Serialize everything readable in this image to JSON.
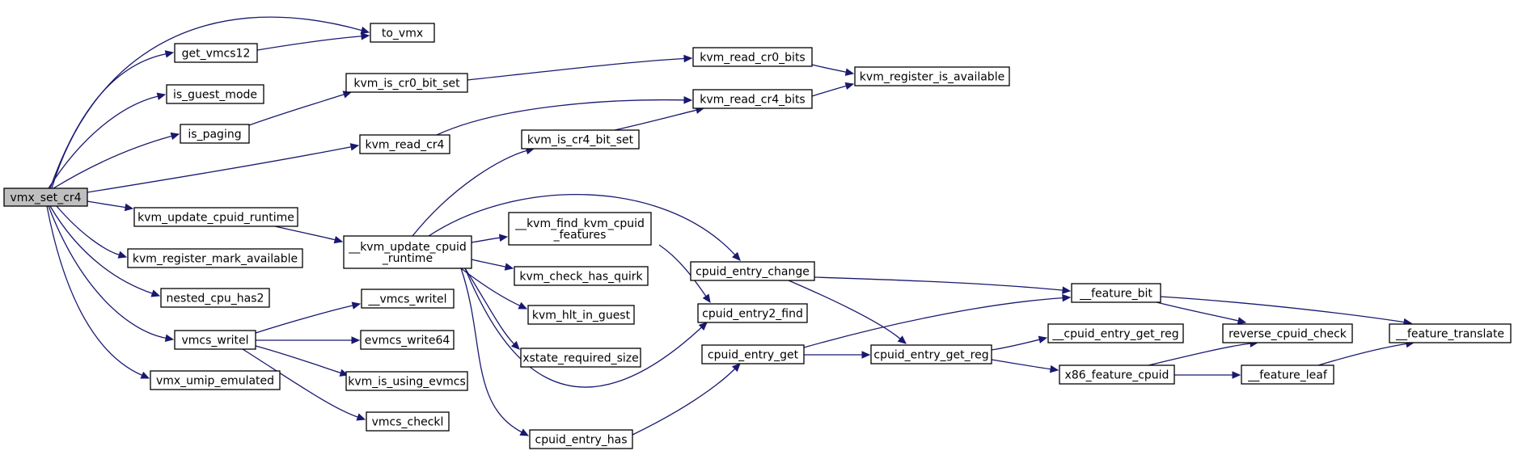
{
  "graph": {
    "colors": {
      "edge": "#191970",
      "root_fill": "#bfbfbf",
      "node_fill": "#ffffff",
      "border": "#000000"
    },
    "nodes": [
      {
        "id": "vmx_set_cr4",
        "lines": [
          "vmx_set_cr4"
        ],
        "root": true
      },
      {
        "id": "to_vmx",
        "lines": [
          "to_vmx"
        ]
      },
      {
        "id": "get_vmcs12",
        "lines": [
          "get_vmcs12"
        ]
      },
      {
        "id": "is_guest_mode",
        "lines": [
          "is_guest_mode"
        ]
      },
      {
        "id": "is_paging",
        "lines": [
          "is_paging"
        ]
      },
      {
        "id": "kvm_read_cr4",
        "lines": [
          "kvm_read_cr4"
        ]
      },
      {
        "id": "kvm_update_cpuid_runtime",
        "lines": [
          "kvm_update_cpuid_runtime"
        ]
      },
      {
        "id": "kvm_register_mark_available",
        "lines": [
          "kvm_register_mark_available"
        ]
      },
      {
        "id": "nested_cpu_has2",
        "lines": [
          "nested_cpu_has2"
        ]
      },
      {
        "id": "vmcs_writel",
        "lines": [
          "vmcs_writel"
        ]
      },
      {
        "id": "vmx_umip_emulated",
        "lines": [
          "vmx_umip_emulated"
        ]
      },
      {
        "id": "kvm_is_cr0_bit_set",
        "lines": [
          "kvm_is_cr0_bit_set"
        ]
      },
      {
        "id": "kvm_is_cr4_bit_set",
        "lines": [
          "kvm_is_cr4_bit_set"
        ]
      },
      {
        "id": "__kvm_update_cpuid_runtime",
        "lines": [
          "__kvm_update_cpuid",
          "_runtime"
        ]
      },
      {
        "id": "__kvm_find_kvm_cpuid_features",
        "lines": [
          "__kvm_find_kvm_cpuid",
          "_features"
        ]
      },
      {
        "id": "kvm_check_has_quirk",
        "lines": [
          "kvm_check_has_quirk"
        ]
      },
      {
        "id": "kvm_hlt_in_guest",
        "lines": [
          "kvm_hlt_in_guest"
        ]
      },
      {
        "id": "xstate_required_size",
        "lines": [
          "xstate_required_size"
        ]
      },
      {
        "id": "cpuid_entry_has",
        "lines": [
          "cpuid_entry_has"
        ]
      },
      {
        "id": "__vmcs_writel",
        "lines": [
          "__vmcs_writel"
        ]
      },
      {
        "id": "evmcs_write64",
        "lines": [
          "evmcs_write64"
        ]
      },
      {
        "id": "kvm_is_using_evmcs",
        "lines": [
          "kvm_is_using_evmcs"
        ]
      },
      {
        "id": "vmcs_checkl",
        "lines": [
          "vmcs_checkl"
        ]
      },
      {
        "id": "kvm_read_cr0_bits",
        "lines": [
          "kvm_read_cr0_bits"
        ]
      },
      {
        "id": "kvm_read_cr4_bits",
        "lines": [
          "kvm_read_cr4_bits"
        ]
      },
      {
        "id": "kvm_register_is_available",
        "lines": [
          "kvm_register_is_available"
        ]
      },
      {
        "id": "cpuid_entry_change",
        "lines": [
          "cpuid_entry_change"
        ]
      },
      {
        "id": "cpuid_entry2_find",
        "lines": [
          "cpuid_entry2_find"
        ]
      },
      {
        "id": "cpuid_entry_get",
        "lines": [
          "cpuid_entry_get"
        ]
      },
      {
        "id": "cpuid_entry_get_reg",
        "lines": [
          "cpuid_entry_get_reg"
        ]
      },
      {
        "id": "__feature_bit",
        "lines": [
          "__feature_bit"
        ]
      },
      {
        "id": "__cpuid_entry_get_reg",
        "lines": [
          "__cpuid_entry_get_reg"
        ]
      },
      {
        "id": "x86_feature_cpuid",
        "lines": [
          "x86_feature_cpuid"
        ]
      },
      {
        "id": "reverse_cpuid_check",
        "lines": [
          "reverse_cpuid_check"
        ]
      },
      {
        "id": "__feature_leaf",
        "lines": [
          "__feature_leaf"
        ]
      },
      {
        "id": "__feature_translate",
        "lines": [
          "__feature_translate"
        ]
      }
    ],
    "edges": [
      [
        "vmx_set_cr4",
        "to_vmx"
      ],
      [
        "vmx_set_cr4",
        "get_vmcs12"
      ],
      [
        "vmx_set_cr4",
        "is_guest_mode"
      ],
      [
        "vmx_set_cr4",
        "is_paging"
      ],
      [
        "vmx_set_cr4",
        "kvm_read_cr4"
      ],
      [
        "vmx_set_cr4",
        "kvm_update_cpuid_runtime"
      ],
      [
        "vmx_set_cr4",
        "kvm_register_mark_available"
      ],
      [
        "vmx_set_cr4",
        "nested_cpu_has2"
      ],
      [
        "vmx_set_cr4",
        "vmcs_writel"
      ],
      [
        "vmx_set_cr4",
        "vmx_umip_emulated"
      ],
      [
        "get_vmcs12",
        "to_vmx"
      ],
      [
        "is_paging",
        "kvm_is_cr0_bit_set"
      ],
      [
        "kvm_is_cr0_bit_set",
        "kvm_read_cr0_bits"
      ],
      [
        "kvm_read_cr0_bits",
        "kvm_register_is_available"
      ],
      [
        "kvm_read_cr4",
        "kvm_read_cr4_bits"
      ],
      [
        "kvm_read_cr4_bits",
        "kvm_register_is_available"
      ],
      [
        "kvm_update_cpuid_runtime",
        "__kvm_update_cpuid_runtime"
      ],
      [
        "__kvm_update_cpuid_runtime",
        "kvm_is_cr4_bit_set"
      ],
      [
        "kvm_is_cr4_bit_set",
        "kvm_read_cr4_bits"
      ],
      [
        "__kvm_update_cpuid_runtime",
        "cpuid_entry_change"
      ],
      [
        "__kvm_update_cpuid_runtime",
        "__kvm_find_kvm_cpuid_features"
      ],
      [
        "__kvm_update_cpuid_runtime",
        "kvm_check_has_quirk"
      ],
      [
        "__kvm_update_cpuid_runtime",
        "kvm_hlt_in_guest"
      ],
      [
        "__kvm_update_cpuid_runtime",
        "xstate_required_size"
      ],
      [
        "__kvm_update_cpuid_runtime",
        "cpuid_entry2_find"
      ],
      [
        "__kvm_update_cpuid_runtime",
        "cpuid_entry_has"
      ],
      [
        "__kvm_find_kvm_cpuid_features",
        "cpuid_entry2_find"
      ],
      [
        "cpuid_entry_has",
        "cpuid_entry_get"
      ],
      [
        "cpuid_entry_change",
        "__feature_bit"
      ],
      [
        "cpuid_entry_change",
        "cpuid_entry_get_reg"
      ],
      [
        "cpuid_entry_get",
        "__feature_bit"
      ],
      [
        "cpuid_entry_get",
        "cpuid_entry_get_reg"
      ],
      [
        "cpuid_entry_get_reg",
        "__cpuid_entry_get_reg"
      ],
      [
        "cpuid_entry_get_reg",
        "x86_feature_cpuid"
      ],
      [
        "__feature_bit",
        "reverse_cpuid_check"
      ],
      [
        "__feature_bit",
        "__feature_translate"
      ],
      [
        "x86_feature_cpuid",
        "reverse_cpuid_check"
      ],
      [
        "x86_feature_cpuid",
        "__feature_leaf"
      ],
      [
        "__feature_leaf",
        "__feature_translate"
      ],
      [
        "vmcs_writel",
        "__vmcs_writel"
      ],
      [
        "vmcs_writel",
        "evmcs_write64"
      ],
      [
        "vmcs_writel",
        "kvm_is_using_evmcs"
      ],
      [
        "vmcs_writel",
        "vmcs_checkl"
      ]
    ]
  }
}
